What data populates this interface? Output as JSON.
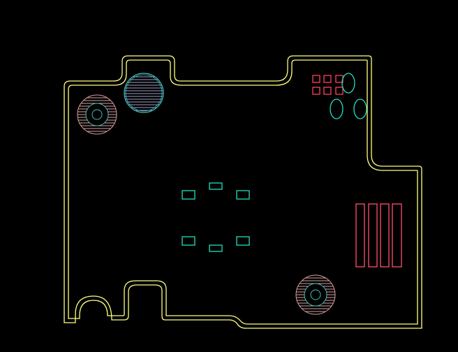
{
  "colors": {
    "background": "#000000",
    "outline": "#FFFF80",
    "hole_hatch": "#D8A0A0",
    "hole_ring": "#40C0C0",
    "hole_top_hatch": "#A0A0C8",
    "pad": "#20E0C0",
    "smd": "#FF4060",
    "connector": "#FF5070",
    "oval": "#20E0C0"
  },
  "layers": {
    "board_outline": "outline",
    "mounting_holes": "hatched",
    "center_pads": "rectangular",
    "smd_grid": "3x2",
    "connector_slots": "4",
    "oval_pads": "3"
  }
}
